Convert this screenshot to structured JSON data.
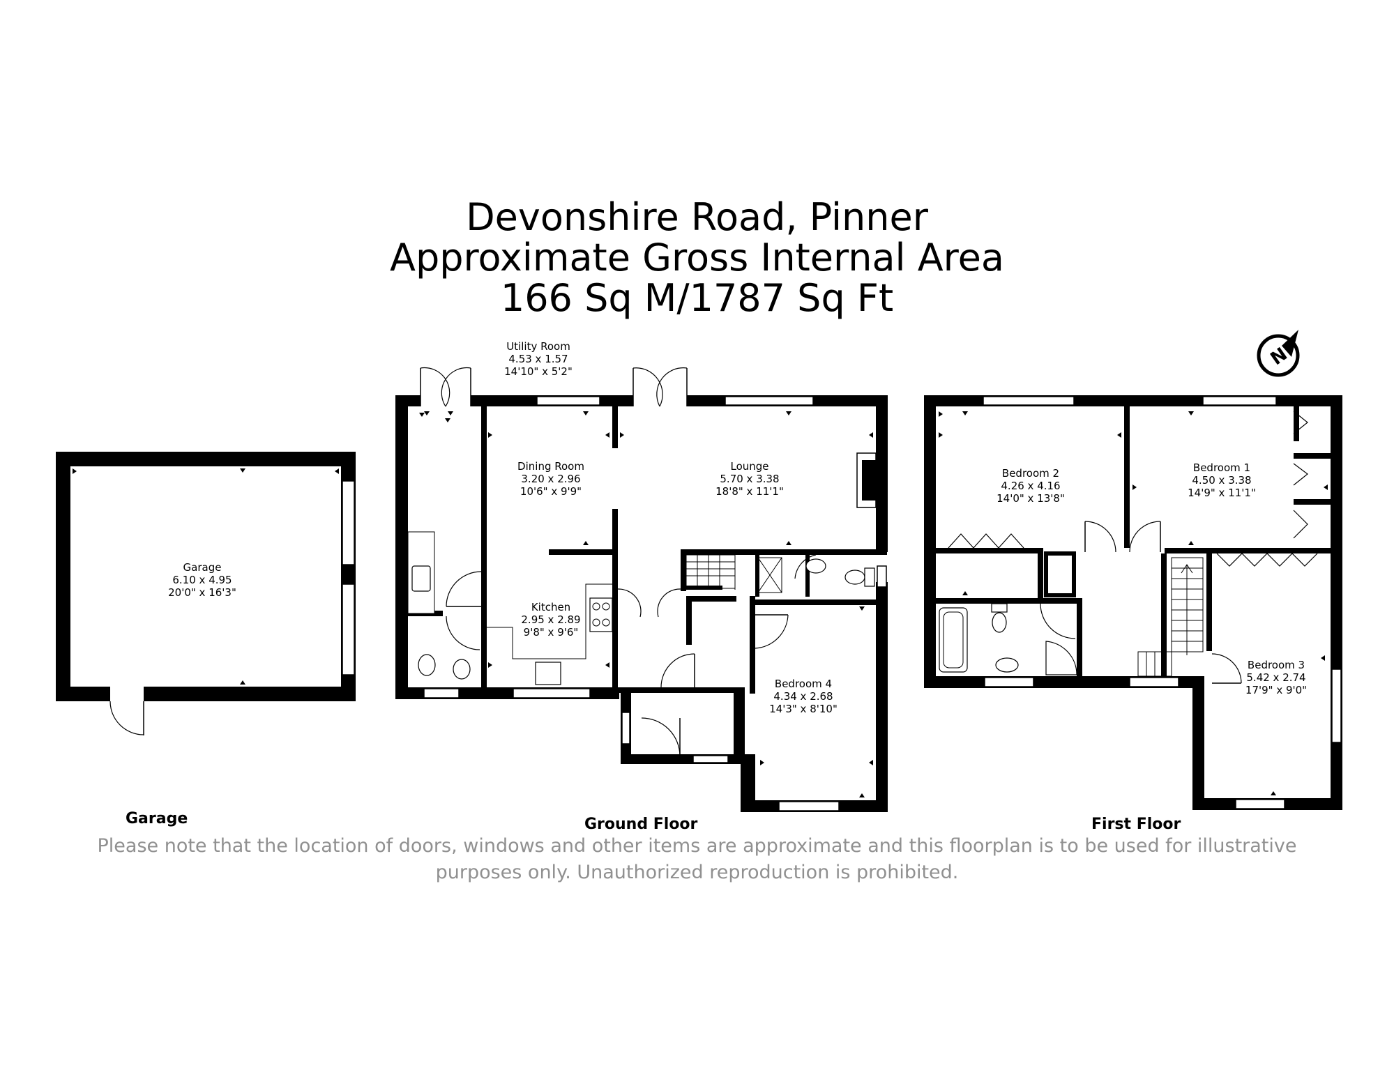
{
  "title": {
    "line1": "Devonshire Road, Pinner",
    "line2": "Approximate Gross Internal Area",
    "line3": "166 Sq M/1787 Sq Ft"
  },
  "rooms": {
    "utility": {
      "name": "Utility Room",
      "metric": "4.53 x 1.57",
      "imperial": "14'10\" x 5'2\""
    },
    "dining": {
      "name": "Dining Room",
      "metric": "3.20 x 2.96",
      "imperial": "10'6\" x 9'9\""
    },
    "lounge": {
      "name": "Lounge",
      "metric": "5.70 x 3.38",
      "imperial": "18'8\" x 11'1\""
    },
    "kitchen": {
      "name": "Kitchen",
      "metric": "2.95 x 2.89",
      "imperial": "9'8\" x 9'6\""
    },
    "bedroom4": {
      "name": "Bedroom 4",
      "metric": "4.34 x 2.68",
      "imperial": "14'3\" x 8'10\""
    },
    "garage": {
      "name": "Garage",
      "metric": "6.10 x 4.95",
      "imperial": "20'0\" x 16'3\""
    },
    "bedroom2": {
      "name": "Bedroom 2",
      "metric": "4.26 x 4.16",
      "imperial": "14'0\" x 13'8\""
    },
    "bedroom1": {
      "name": "Bedroom 1",
      "metric": "4.50 x 3.38",
      "imperial": "14'9\" x 11'1\""
    },
    "bedroom3": {
      "name": "Bedroom 3",
      "metric": "5.42 x 2.74",
      "imperial": "17'9\" x 9'0\""
    }
  },
  "floor_labels": {
    "garage": "Garage",
    "ground": "Ground Floor",
    "first": "First Floor"
  },
  "compass_letter": "N",
  "disclaimer": {
    "line1": "Please note that the location of doors, windows and other items are approximate and this floorplan is to be used for illustrative",
    "line2": "purposes only. Unauthorized reproduction is prohibited."
  },
  "colors": {
    "wall": "#000000",
    "disclaimer": "#909090",
    "background": "#ffffff"
  },
  "icons": [
    "compass-icon",
    "door-icon",
    "window-icon",
    "stairs-icon",
    "bath-icon",
    "toilet-icon",
    "sink-icon",
    "hob-icon",
    "shower-icon",
    "fireplace-icon"
  ]
}
